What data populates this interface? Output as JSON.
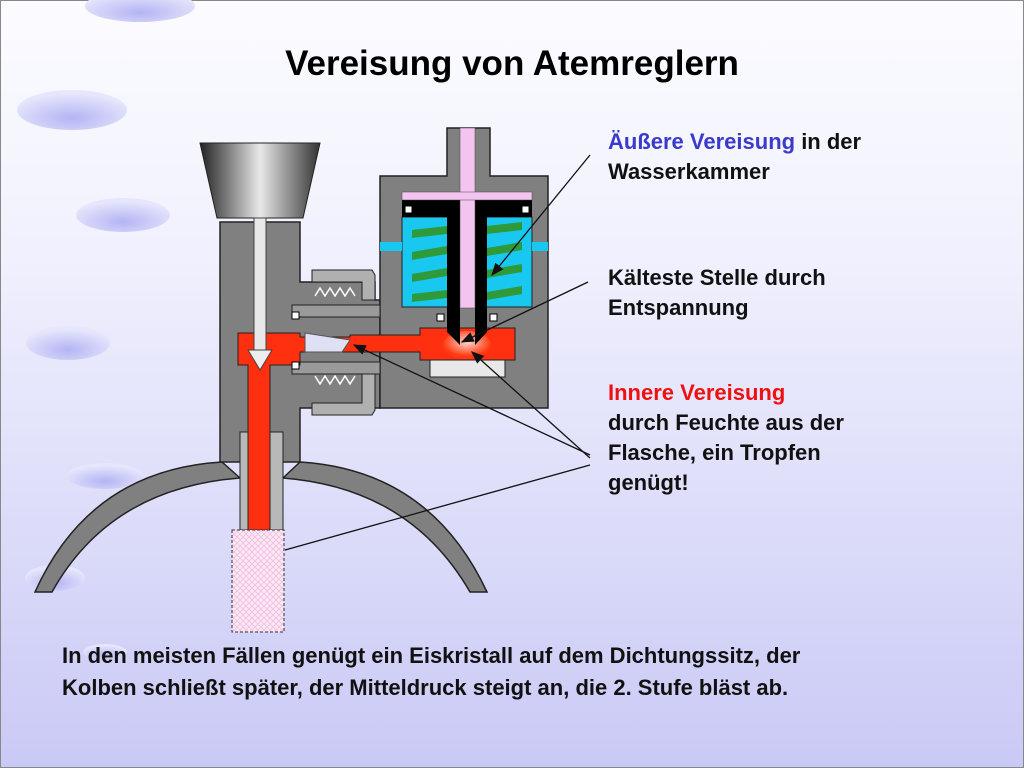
{
  "title": "Vereisung von Atemreglern",
  "labels": {
    "outer_highlight": "Äußere Vereisung",
    "outer_rest": " in der",
    "outer_line2": "Wasserkammer",
    "coldest_line1": "Kälteste Stelle durch",
    "coldest_line2": "Entspannung",
    "inner_highlight": "Innere Vereisung",
    "inner_line2": "durch Feuchte aus der",
    "inner_line3": "Flasche, ein Tropfen",
    "inner_line4": "genügt!"
  },
  "footer": {
    "line1": "In den meisten Fällen genügt ein Eiskristall auf dem Dichtungssitz, der",
    "line2": "Kolben schließt später, der Mitteldruck steigt an, die 2. Stufe bläst ab."
  },
  "colors": {
    "highlight_blue": "#3a3acc",
    "highlight_red": "#ee1111",
    "body_gray": "#808080",
    "water": "#19c8f0",
    "air": "#ff3a10"
  }
}
